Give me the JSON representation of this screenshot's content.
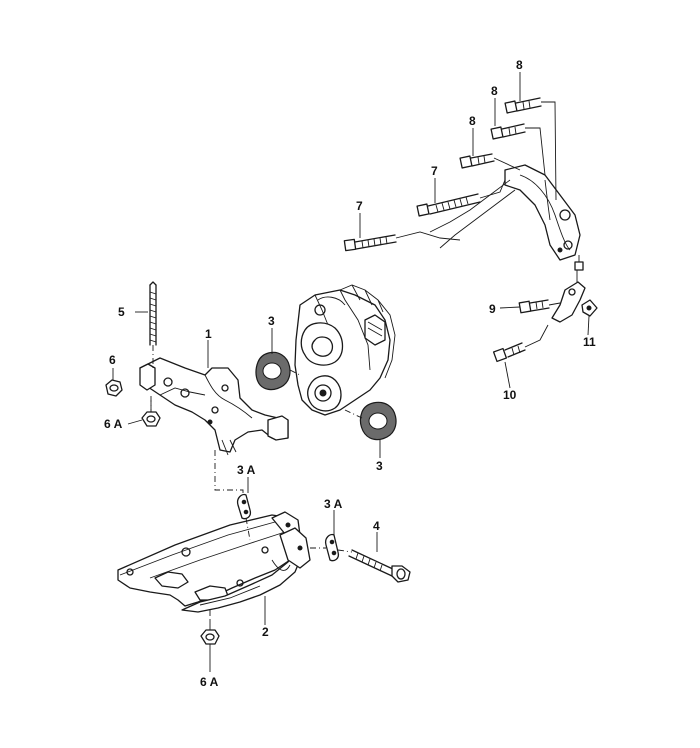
{
  "colors": {
    "ink": "#1a1a1a",
    "background": "#ffffff",
    "gasket": "#6b6b6b"
  },
  "callouts": {
    "c1": "1",
    "c2": "2",
    "c3_top": "3",
    "c3_bottom": "3",
    "c3a_left": "3 A",
    "c3a_right": "3 A",
    "c4": "4",
    "c5": "5",
    "c6": "6",
    "c6a_left": "6 A",
    "c6a_bottom": "6 A",
    "c7_upper": "7",
    "c7_lower": "7",
    "c8_a": "8",
    "c8_b": "8",
    "c8_c": "8",
    "c9": "9",
    "c10": "10",
    "c11": "11"
  }
}
